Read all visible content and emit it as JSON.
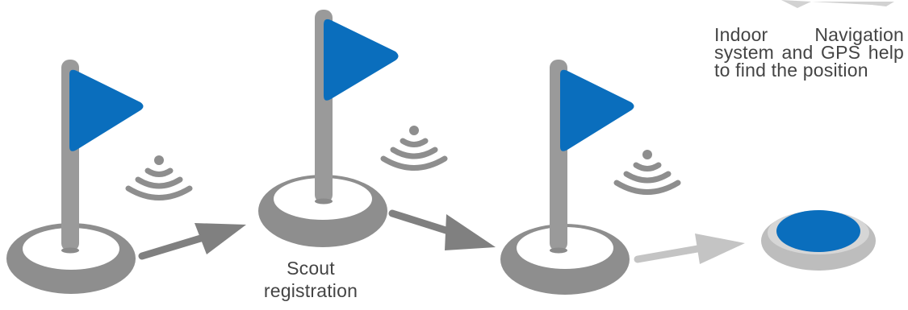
{
  "labels": {
    "scout_line1": "Scout",
    "scout_line2": "registration",
    "nav_text": "Indoor Navigation system and GPS help to find the position"
  },
  "colors": {
    "flag": "#0A6EBD",
    "pole": "#9A9A9A",
    "base_ring": "#8E8E8E",
    "base_top": "#FFFFFF",
    "arrow_dark": "#808080",
    "arrow_light": "#C4C4C4",
    "wifi": "#8E8E8E",
    "target_ring": "#BDBDBD",
    "target_center": "#0A6EBD",
    "text": "#444444"
  },
  "icons": {
    "flag": "flag-icon",
    "wifi": "wifi-signal-icon",
    "arrow": "arrow-icon",
    "target": "target-position-icon"
  }
}
